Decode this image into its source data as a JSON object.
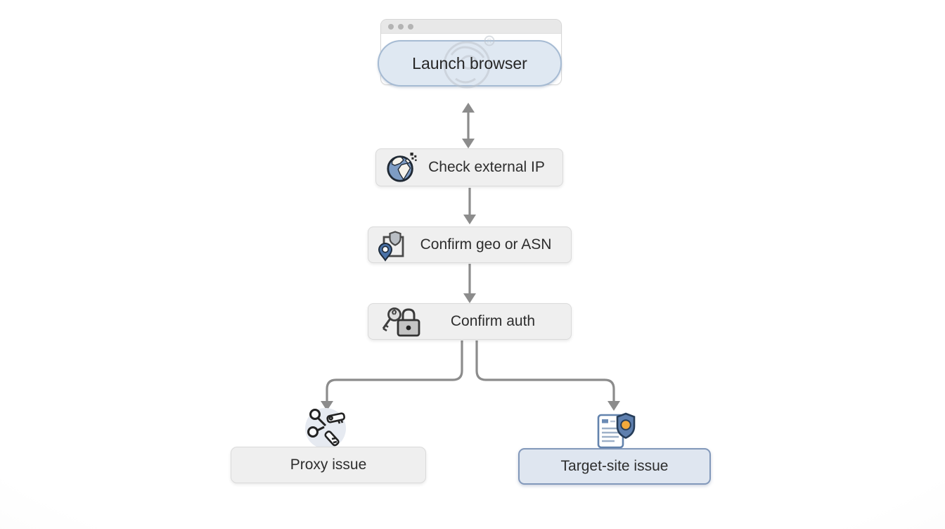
{
  "diagram": {
    "type": "flowchart",
    "topic": "browser-proxy troubleshooting flow",
    "nodes": {
      "launch": {
        "label": "Launch browser",
        "icon": "globe-watermark-icon",
        "shape": "pill-in-browser-window"
      },
      "check_ip": {
        "label": "Check external IP",
        "icon": "globe-icon",
        "shape": "step"
      },
      "geo": {
        "label": "Confirm geo or ASN",
        "icon": "map-pin-shield-icon",
        "shape": "step"
      },
      "auth": {
        "label": "Confirm auth",
        "icon": "key-padlock-icon",
        "shape": "step"
      },
      "proxy": {
        "label": "Proxy issue",
        "icon": "proxy-network-keys-icon",
        "shape": "outcome"
      },
      "target": {
        "label": "Target-site issue",
        "icon": "document-shield-icon",
        "shape": "outcome-highlighted"
      }
    },
    "edges": [
      {
        "from": "launch",
        "to": "check_ip",
        "style": "double-headed-arrow"
      },
      {
        "from": "check_ip",
        "to": "geo",
        "style": "arrow-down"
      },
      {
        "from": "geo",
        "to": "auth",
        "style": "arrow-down"
      },
      {
        "from": "auth",
        "to": "proxy",
        "style": "elbow-arrow-left"
      },
      {
        "from": "auth",
        "to": "target",
        "style": "elbow-arrow-right"
      }
    ],
    "browser_window": {
      "traffic_dots": 3
    },
    "colors": {
      "step_fill": "#efefef",
      "step_border": "#dadada",
      "pill_fill": "#dfe8f2",
      "pill_border": "#a6bbd3",
      "highlight_fill": "#dfe6f0",
      "highlight_border": "#8298ba",
      "arrow_gray": "#8c8c8c",
      "text": "#2d2d2d",
      "shield_blue": "#5e7fae",
      "pin_blue": "#4a72a8",
      "alert_orange": "#f2a93b"
    }
  }
}
